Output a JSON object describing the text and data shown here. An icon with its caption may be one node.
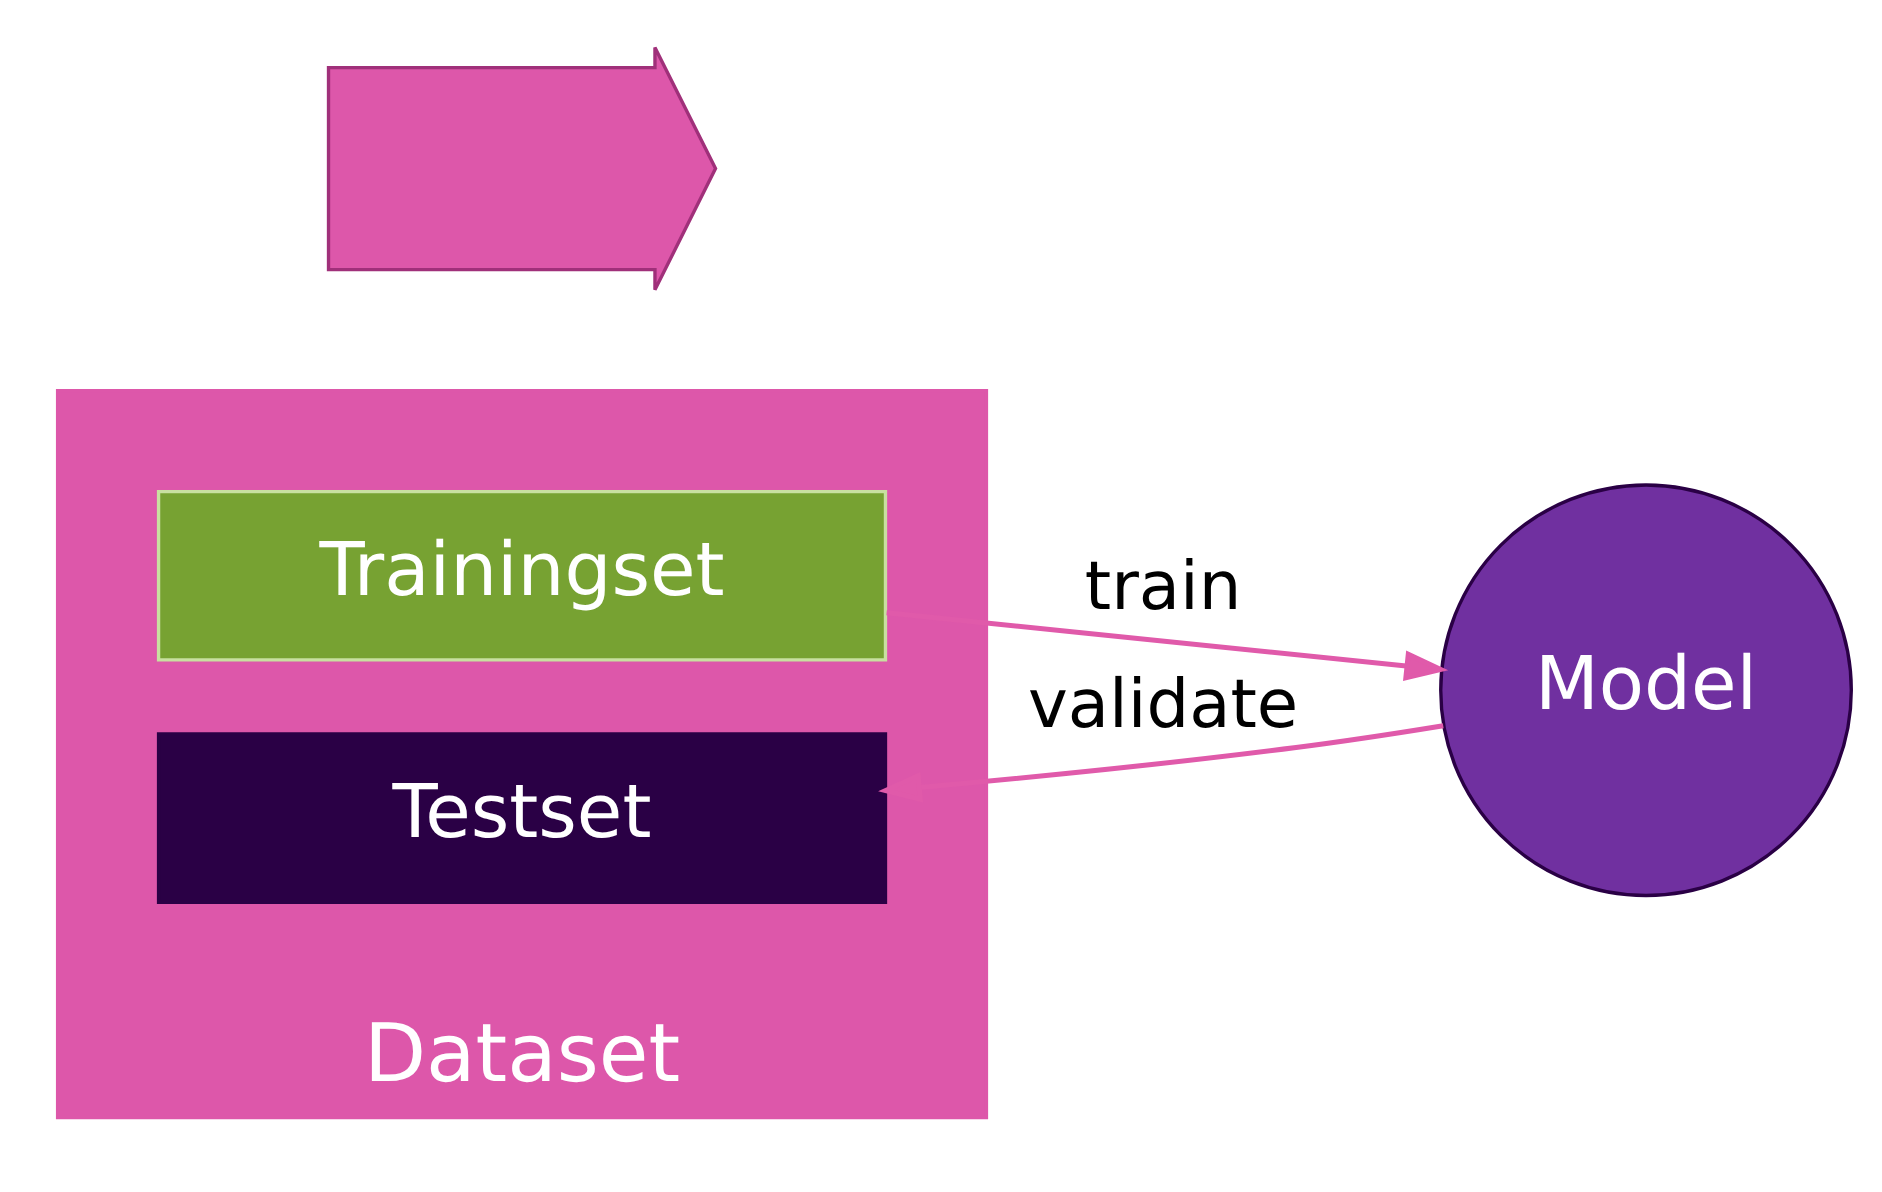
{
  "diagram": {
    "nodes": [
      {
        "text": [
          "Dataset"
        ]
      },
      {
        "text": [
          "Testset"
        ],
        "in": 0
      },
      {
        "text": [
          "Trainingset"
        ],
        "in": 0
      },
      {
        "text": [
          "Model"
        ]
      },
      {
        "text": [],
        "shape": "arrow"
      }
    ],
    "edges": [
      {
        "from": 2,
        "to": 3,
        "arrow": "to",
        "label": "train"
      },
      {
        "from": 3,
        "to": 1,
        "arrow": "to",
        "label": "validate"
      }
    ]
  }
}
